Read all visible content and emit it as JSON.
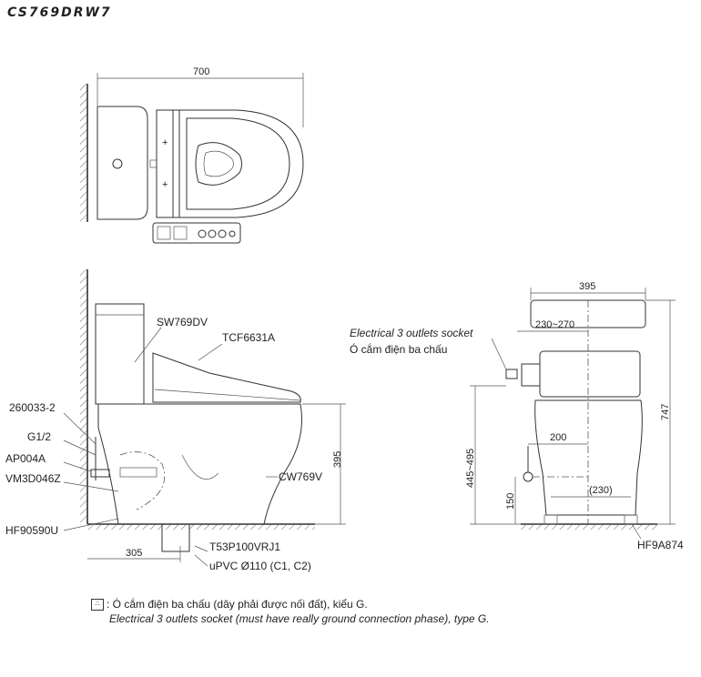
{
  "title": "CS769DRW7",
  "top_view": {
    "width_dim": "700"
  },
  "side_view": {
    "labels": {
      "tank": "SW769DV",
      "seat": "TCF6631A",
      "bowl": "CW769V",
      "part_1": "260033-2",
      "part_2": "G1/2",
      "part_3": "AP004A",
      "part_4": "VM3D046Z",
      "part_5": "HF90590U",
      "flange": "T53P100VRJ1",
      "pipe": "uPVC Ø110 (C1, C2)"
    },
    "dims": {
      "height": "395",
      "rough_in": "305"
    }
  },
  "front_view": {
    "socket_label_en": "Electrical 3 outlets socket",
    "socket_label_vi": "Ó cắm điện ba chấu",
    "dims": {
      "width": "395",
      "socket_range": "230~270",
      "socket_height": "445~495",
      "total_height": "747",
      "supply_offset": "200",
      "supply_height": "150",
      "floor_width": "(230)"
    },
    "part": "HF9A874"
  },
  "note": {
    "symbol": "∴",
    "vi": ": Ó cắm điện ba chấu (dây phải được nối đất), kiểu G.",
    "en": "Electrical 3 outlets socket (must have really ground connection phase), type G."
  }
}
